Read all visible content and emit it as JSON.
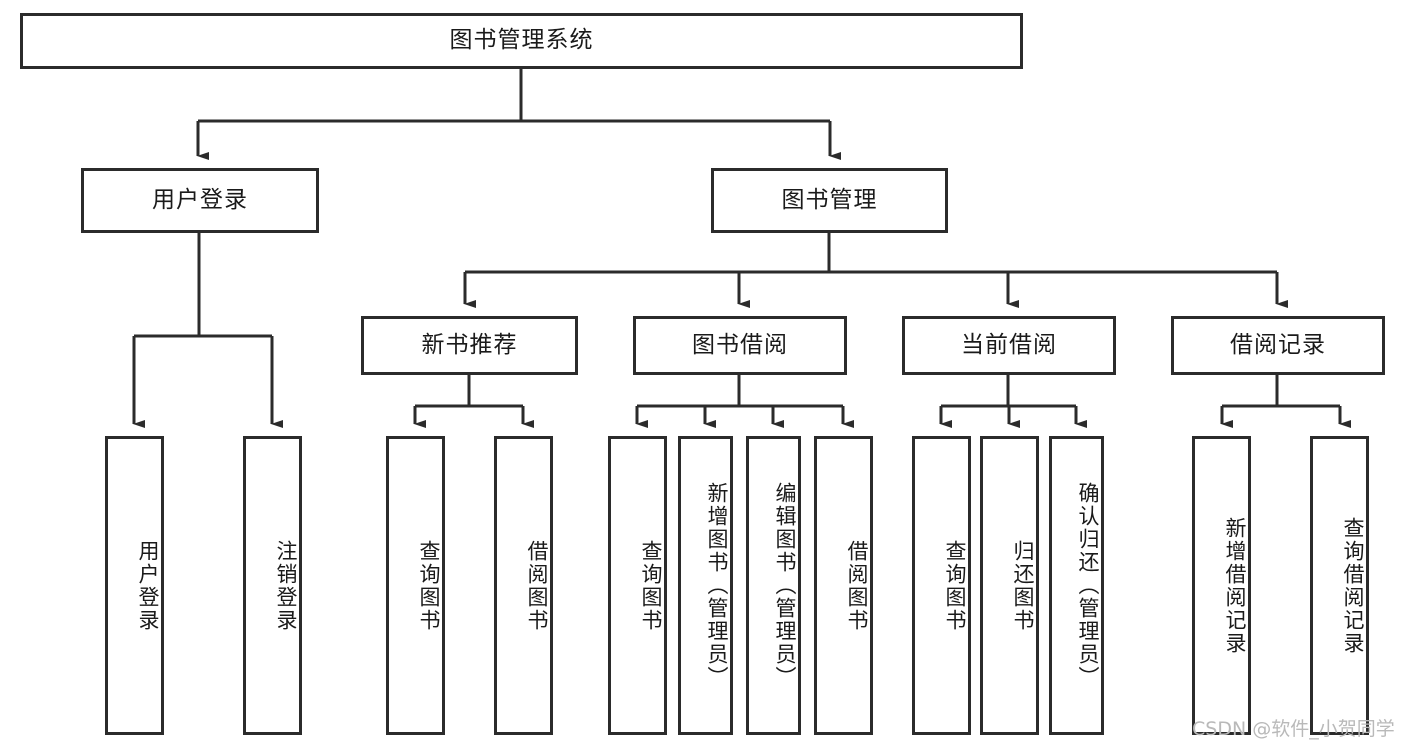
{
  "diagram": {
    "title_node": {
      "label": "图书管理系统"
    },
    "level2": [
      {
        "id": "user-login",
        "label": "用户登录"
      },
      {
        "id": "book-manage",
        "label": "图书管理"
      }
    ],
    "level3": [
      {
        "id": "new-book-recommend",
        "label": "新书推荐"
      },
      {
        "id": "book-borrow",
        "label": "图书借阅"
      },
      {
        "id": "current-borrow",
        "label": "当前借阅"
      },
      {
        "id": "borrow-record",
        "label": "借阅记录"
      }
    ],
    "leaves": {
      "user_login": [
        {
          "id": "leaf-user-login",
          "label": "用户登录"
        },
        {
          "id": "leaf-logout-login",
          "label": "注销登录"
        }
      ],
      "new_book_recommend": [
        {
          "id": "leaf-query-book-1",
          "label": "查询图书"
        },
        {
          "id": "leaf-borrow-book-1",
          "label": "借阅图书"
        }
      ],
      "book_borrow": [
        {
          "id": "leaf-query-book-2",
          "label": "查询图书"
        },
        {
          "id": "leaf-add-book",
          "label": "新增图书（管理员）"
        },
        {
          "id": "leaf-edit-book",
          "label": "编辑图书（管理员）"
        },
        {
          "id": "leaf-borrow-book-2",
          "label": "借阅图书"
        }
      ],
      "current_borrow": [
        {
          "id": "leaf-query-book-3",
          "label": "查询图书"
        },
        {
          "id": "leaf-return-book",
          "label": "归还图书"
        },
        {
          "id": "leaf-confirm-return",
          "label": "确认归还（管理员）"
        }
      ],
      "borrow_record": [
        {
          "id": "leaf-add-record",
          "label": "新增借阅记录"
        },
        {
          "id": "leaf-query-record",
          "label": "查询借阅记录"
        }
      ]
    }
  },
  "watermark": {
    "text": "CSDN @软件_小贺同学"
  },
  "colors": {
    "border": "#2b2b2b",
    "background": "#ffffff",
    "text": "#1a1a1a",
    "watermark": "#b9b9b9"
  }
}
